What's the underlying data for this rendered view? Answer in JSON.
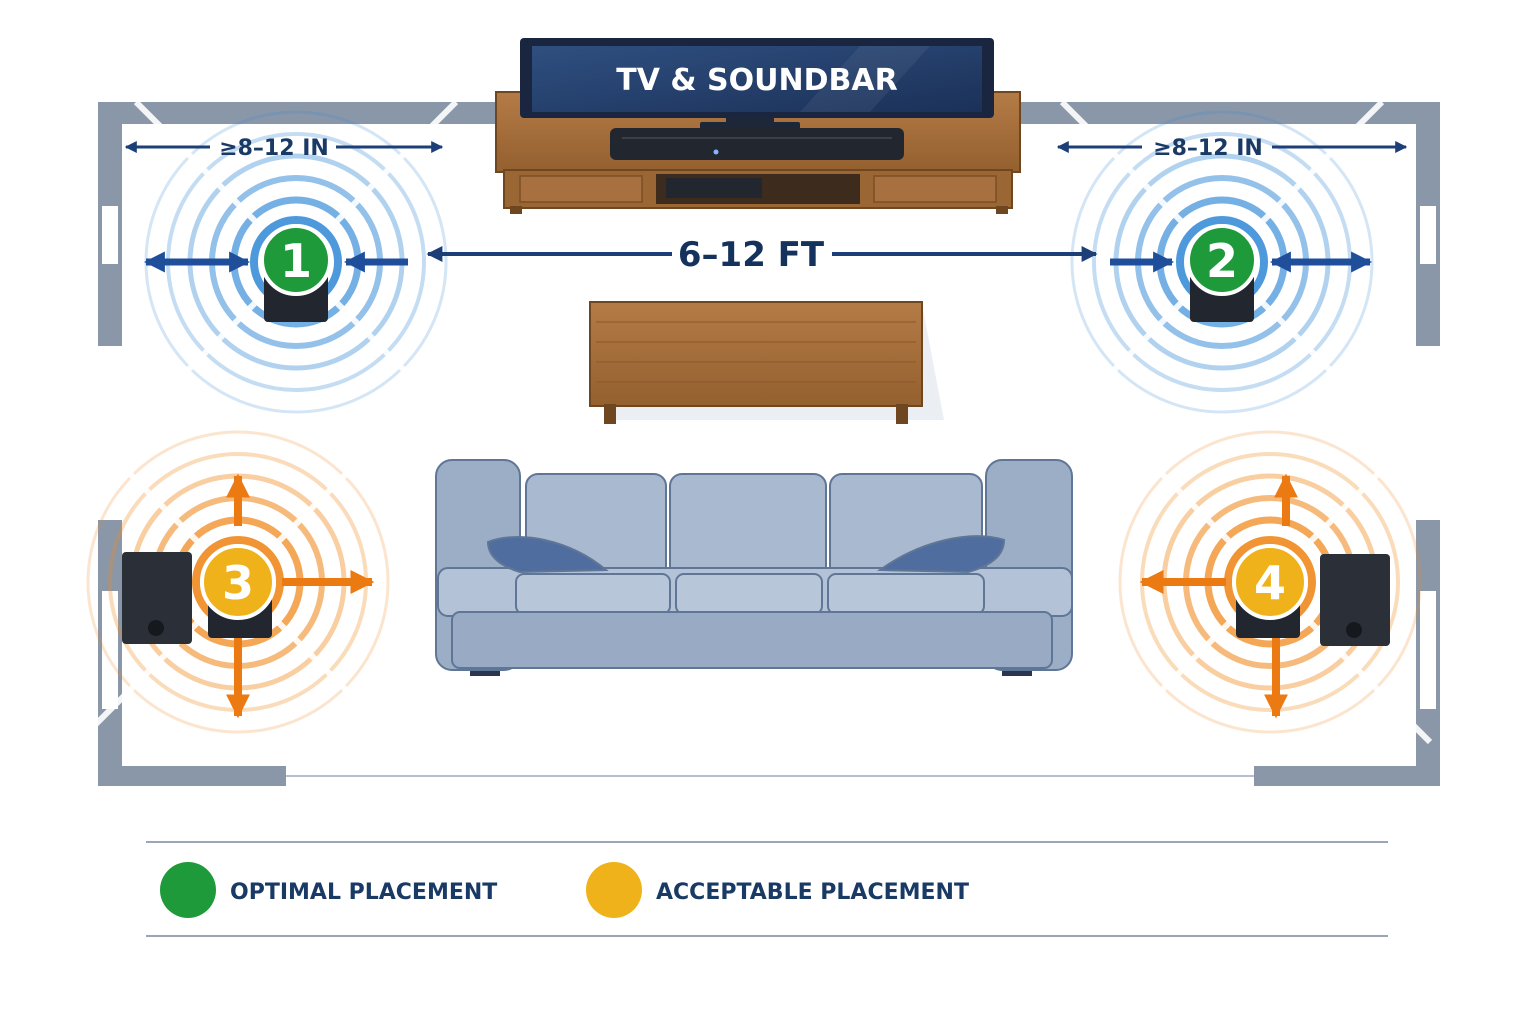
{
  "tv": {
    "label": "TV & SOUNDBAR"
  },
  "dimensions": {
    "left_wall_gap": "≥8–12 IN",
    "right_wall_gap": "≥8–12 IN",
    "between_speakers": "6–12 FT"
  },
  "placements": [
    {
      "number": "1",
      "rating": "optimal"
    },
    {
      "number": "2",
      "rating": "optimal"
    },
    {
      "number": "3",
      "rating": "acceptable"
    },
    {
      "number": "4",
      "rating": "acceptable"
    }
  ],
  "legend": {
    "optimal": {
      "label": "OPTIMAL PLACEMENT",
      "color": "#1f9a3b"
    },
    "acceptable": {
      "label": "ACCEPTABLE PLACEMENT",
      "color": "#f0b21a"
    }
  },
  "colors": {
    "wall": "#8a97a8",
    "optimal_wave": "#3b8ed8",
    "acceptable_wave": "#f08a1e",
    "dimension_arrow": "#1c3f78",
    "wood": "#a8703f",
    "sofa": "#a9b9cf"
  }
}
